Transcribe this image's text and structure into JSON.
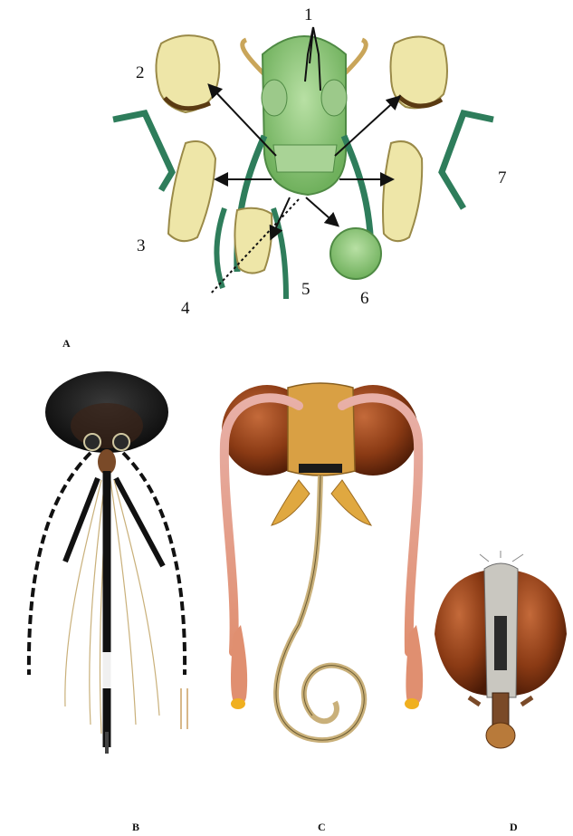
{
  "callouts": {
    "n1": "1",
    "n2": "2",
    "n3": "3",
    "n4": "4",
    "n5": "5",
    "n6": "6",
    "n7": "7"
  },
  "panels": {
    "a": "A",
    "b": "B",
    "c": "C",
    "d": "D"
  },
  "colors": {
    "grasshopper_green": "#8fc77a",
    "leg_green": "#2e7d5b",
    "mandible_cream": "#eee6a8",
    "mosquito_dark": "#1c1c1c",
    "compound_eye_brown": "#8a3a14",
    "butterfly_head_tan": "#d9a044",
    "antenna_pink": "#e8a89a",
    "fly_face_grey": "#c9c7c0"
  }
}
